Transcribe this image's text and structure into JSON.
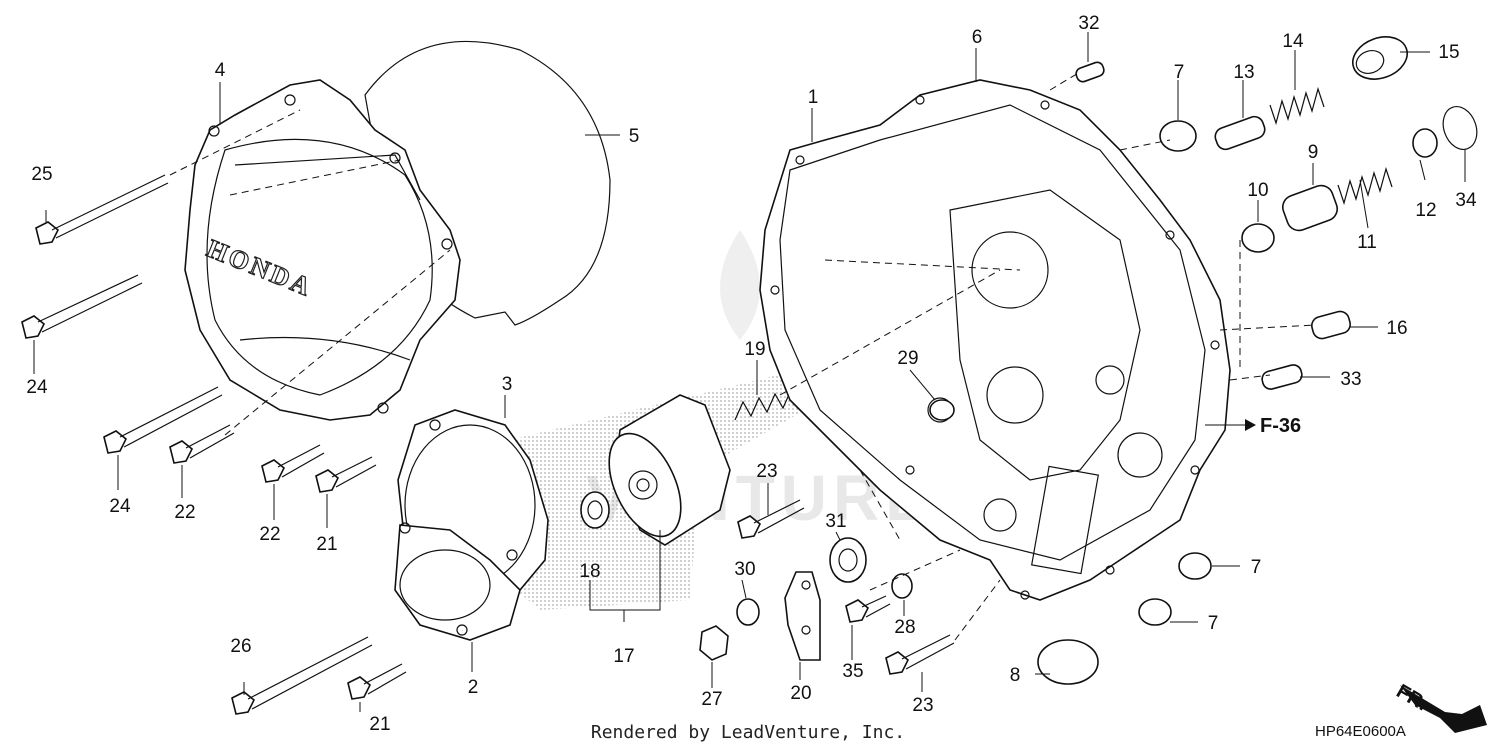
{
  "diagram": {
    "callouts": [
      {
        "id": "c1",
        "text": "1"
      },
      {
        "id": "c2",
        "text": "2"
      },
      {
        "id": "c3",
        "text": "3"
      },
      {
        "id": "c4",
        "text": "4"
      },
      {
        "id": "c5",
        "text": "5"
      },
      {
        "id": "c6",
        "text": "6"
      },
      {
        "id": "c7a",
        "text": "7"
      },
      {
        "id": "c7b",
        "text": "7"
      },
      {
        "id": "c7c",
        "text": "7"
      },
      {
        "id": "c8",
        "text": "8"
      },
      {
        "id": "c9",
        "text": "9"
      },
      {
        "id": "c10",
        "text": "10"
      },
      {
        "id": "c11",
        "text": "11"
      },
      {
        "id": "c12",
        "text": "12"
      },
      {
        "id": "c13",
        "text": "13"
      },
      {
        "id": "c14",
        "text": "14"
      },
      {
        "id": "c15",
        "text": "15"
      },
      {
        "id": "c16",
        "text": "16"
      },
      {
        "id": "c17",
        "text": "17"
      },
      {
        "id": "c18",
        "text": "18"
      },
      {
        "id": "c19",
        "text": "19"
      },
      {
        "id": "c20",
        "text": "20"
      },
      {
        "id": "c21a",
        "text": "21"
      },
      {
        "id": "c21b",
        "text": "21"
      },
      {
        "id": "c22a",
        "text": "22"
      },
      {
        "id": "c22b",
        "text": "22"
      },
      {
        "id": "c23a",
        "text": "23"
      },
      {
        "id": "c23b",
        "text": "23"
      },
      {
        "id": "c24a",
        "text": "24"
      },
      {
        "id": "c24b",
        "text": "24"
      },
      {
        "id": "c25",
        "text": "25"
      },
      {
        "id": "c26",
        "text": "26"
      },
      {
        "id": "c27",
        "text": "27"
      },
      {
        "id": "c28",
        "text": "28"
      },
      {
        "id": "c29",
        "text": "29"
      },
      {
        "id": "c30",
        "text": "30"
      },
      {
        "id": "c31",
        "text": "31"
      },
      {
        "id": "c32",
        "text": "32"
      },
      {
        "id": "c33",
        "text": "33"
      },
      {
        "id": "c34",
        "text": "34"
      },
      {
        "id": "c35",
        "text": "35"
      }
    ],
    "reference_label": "F-36",
    "direction_label": "FR.",
    "cover_brand": "HONDA",
    "watermark": "VENTURE",
    "credit": "Rendered by LeadVenture, Inc.",
    "diagram_code": "HP64E0600A"
  }
}
